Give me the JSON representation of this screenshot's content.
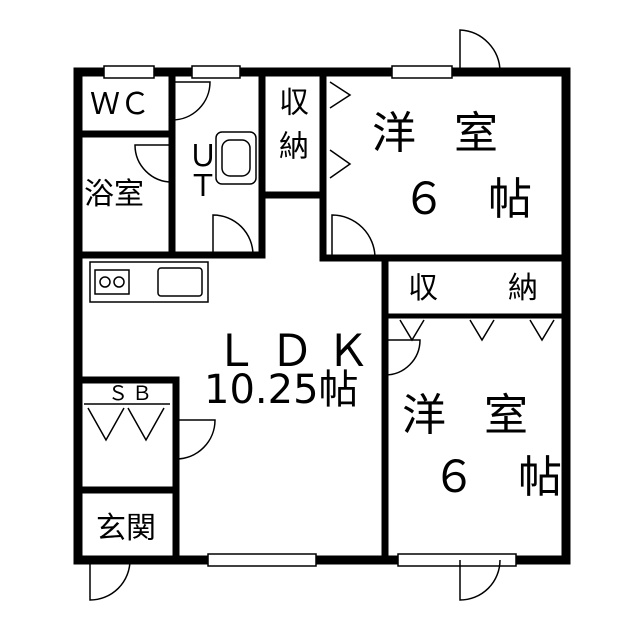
{
  "rooms": {
    "wc": "ＷＣ",
    "bath": "浴室",
    "ut": "ＵＴ",
    "storage_top": "収納",
    "bedroom1_name": "洋 室",
    "bedroom1_size": "６ 帖",
    "storage_mid_left": "収",
    "storage_mid_right": "納",
    "ldk_name": "ＬＤＫ",
    "ldk_size": "10.25帖",
    "sb": "ＳＢ",
    "bedroom2_name": "洋 室",
    "bedroom2_size": "６ 帖",
    "entrance": "玄関"
  },
  "colors": {
    "wall": "#000000",
    "background": "#ffffff"
  }
}
